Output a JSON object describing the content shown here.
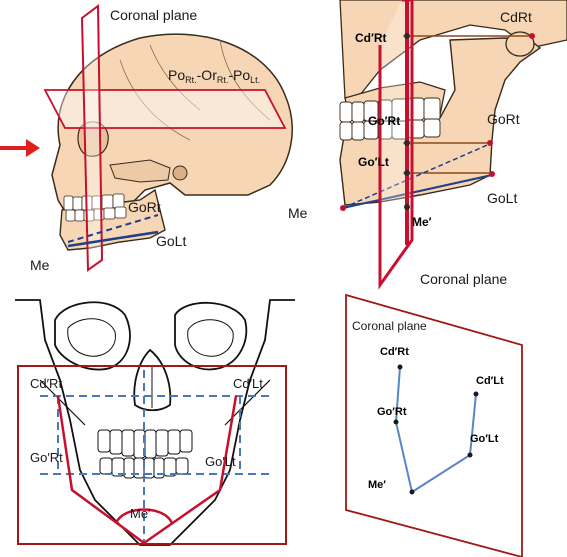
{
  "panel_a": {
    "plane_label": "Coronal plane",
    "reference_plane": {
      "a": "Po",
      "a_sub": "Rt.",
      "b": "-Or",
      "b_sub": "Rt.",
      "c": "-Po",
      "c_sub": "Lt."
    },
    "goniac_right": "GoRt",
    "goniac_left": "GoLt",
    "menton": "Me"
  },
  "panel_b": {
    "condyle_projection": "Cd′Rt",
    "condyle": "CdRt",
    "gonion_right_projection": "Go′Rt",
    "gonion_right": "GoRt",
    "gonion_left_projection": "Go′Lt",
    "gonion_left": "GoLt",
    "menton": "Me",
    "menton_projection": "Me′",
    "plane_label": "Coronal plane"
  },
  "panel_c": {
    "condyle_right": "Cd′Rt",
    "condyle_left": "Cd′Lt",
    "gonion_right": "Go′Rt",
    "gonion_left": "Go′Lt",
    "menton": "Me′"
  },
  "panel_d": {
    "plane_label": "Coronal plane",
    "condyle_right": "Cd′Rt",
    "gonion_right": "Go′Rt",
    "menton": "Me′",
    "condyle_left": "Cd′Lt",
    "gonion_left": "Go′Lt"
  },
  "colors": {
    "plane_red": "#c8102e",
    "frame_dark_red": "#a01818",
    "bone": "#f6d6b4",
    "line_blue": "#1e3f8a",
    "dashed_blue": "#4a78b8",
    "trace_blue": "#5b86c4"
  }
}
